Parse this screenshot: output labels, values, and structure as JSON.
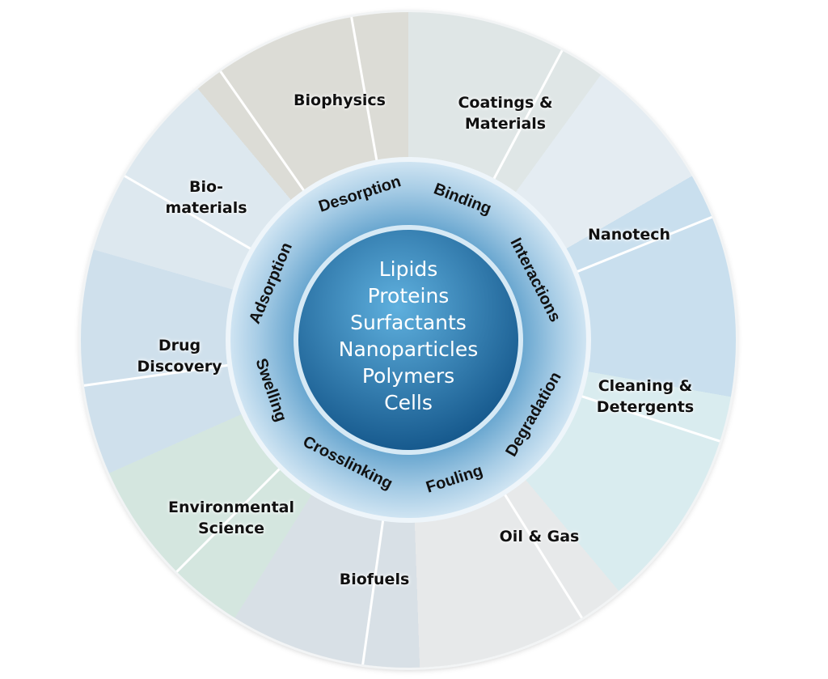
{
  "center": {
    "items": [
      "Lipids",
      "Proteins",
      "Surfactants",
      "Nanoparticles",
      "Polymers",
      "Cells"
    ]
  },
  "ring": {
    "top_words": [
      "Adsorption",
      "Desorption",
      "Binding",
      "Interactions"
    ],
    "bottom_words": [
      "Swelling",
      "Crosslinking",
      "Fouling",
      "Degradation"
    ]
  },
  "sectors": [
    {
      "lines": [
        "Biophysics"
      ]
    },
    {
      "lines": [
        "Coatings &",
        "Materials"
      ]
    },
    {
      "lines": [
        "Nanotech"
      ]
    },
    {
      "lines": [
        "Cleaning &",
        "Detergents"
      ]
    },
    {
      "lines": [
        "Oil & Gas"
      ]
    },
    {
      "lines": [
        "Biofuels"
      ]
    },
    {
      "lines": [
        "Environmental",
        "Science"
      ]
    },
    {
      "lines": [
        "Drug",
        "Discovery"
      ]
    },
    {
      "lines": [
        "Bio-",
        "materials"
      ]
    }
  ],
  "colors": {
    "ring_light": "#b7d6ea",
    "ring_dark": "#5d9fcb",
    "core_light": "#4a9fd2",
    "core_dark": "#175a8e"
  }
}
